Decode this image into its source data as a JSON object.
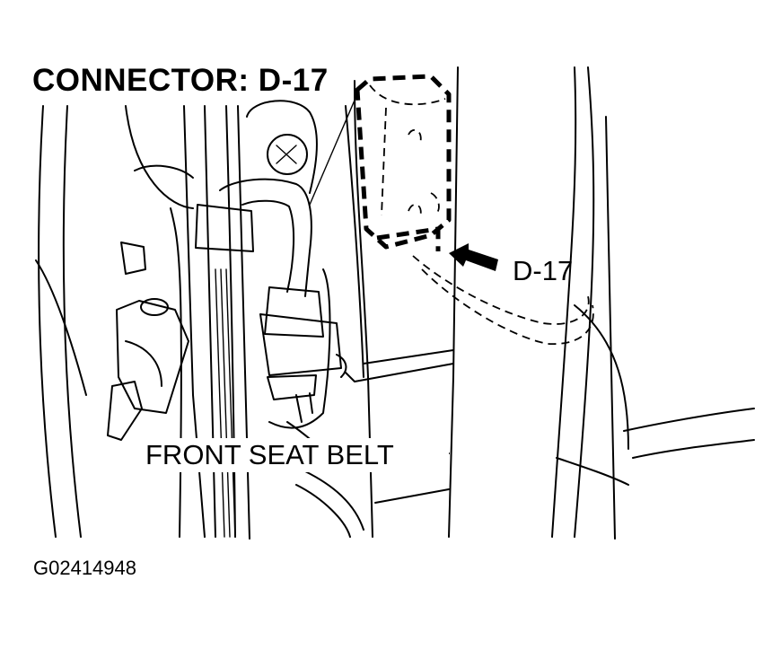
{
  "figure": {
    "title": "CONNECTOR: D-17",
    "callouts": {
      "connector": "D-17",
      "component": "FRONT SEAT BELT"
    },
    "figure_code": "G02414948",
    "colors": {
      "ink": "#000000",
      "background": "#ffffff"
    },
    "icons": [
      "pointer-arrow"
    ]
  }
}
